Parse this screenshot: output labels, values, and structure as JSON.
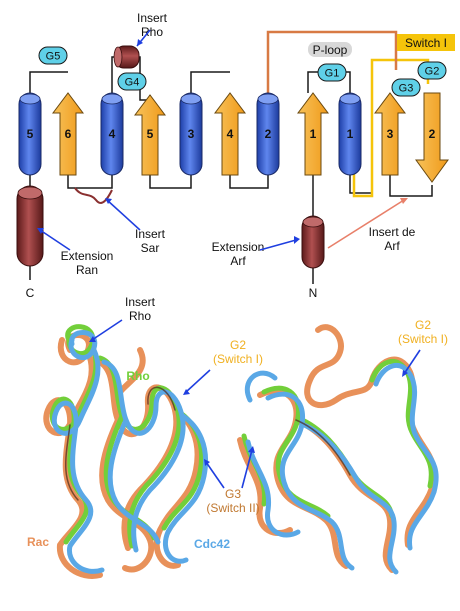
{
  "colors": {
    "helix_blue": "#3a63d8",
    "helix_red": "#8a3030",
    "strand_orange": "#f5ab2a",
    "g_box": "#5fd0e8",
    "switch1_line": "#f5c40a",
    "ploop_line": "#d87a44",
    "ploop_label_bg": "#d8d8d8",
    "rac": "#e8915a",
    "rho": "#72cf3a",
    "cdc42": "#5aa8e6",
    "switch2_label": "#f0b020",
    "switch_ii_label": "#c07830"
  },
  "topology": {
    "g_boxes": [
      "G5",
      "G4",
      "G1",
      "G3",
      "G2"
    ],
    "ploop": "P-loop",
    "switch1": "Switch I",
    "elements": {
      "h5": "5",
      "s6": "6",
      "h4": "4",
      "s5": "5",
      "h3": "3",
      "s4": "4",
      "h2": "2",
      "s1": "1",
      "h1": "1",
      "s3": "3",
      "s2": "2"
    },
    "labels": {
      "insert_rho": [
        "Insert",
        "Rho"
      ],
      "insert_sar": [
        "Insert",
        "Sar"
      ],
      "extension_ran": [
        "Extension",
        "Ran"
      ],
      "extension_arf": [
        "Extension",
        "Arf"
      ],
      "insert_de_arf": [
        "Insert de",
        "Arf"
      ],
      "c_term": "C",
      "n_term": "N"
    }
  },
  "structures": {
    "insert_rho": [
      "Insert",
      "Rho"
    ],
    "rho": "Rho",
    "rac": "Rac",
    "cdc42": "Cdc42",
    "g2_left": [
      "G2",
      "(Switch I)"
    ],
    "g2_right": [
      "G2",
      "(Switch I)"
    ],
    "g3": [
      "G3",
      "(Switch II)"
    ]
  }
}
